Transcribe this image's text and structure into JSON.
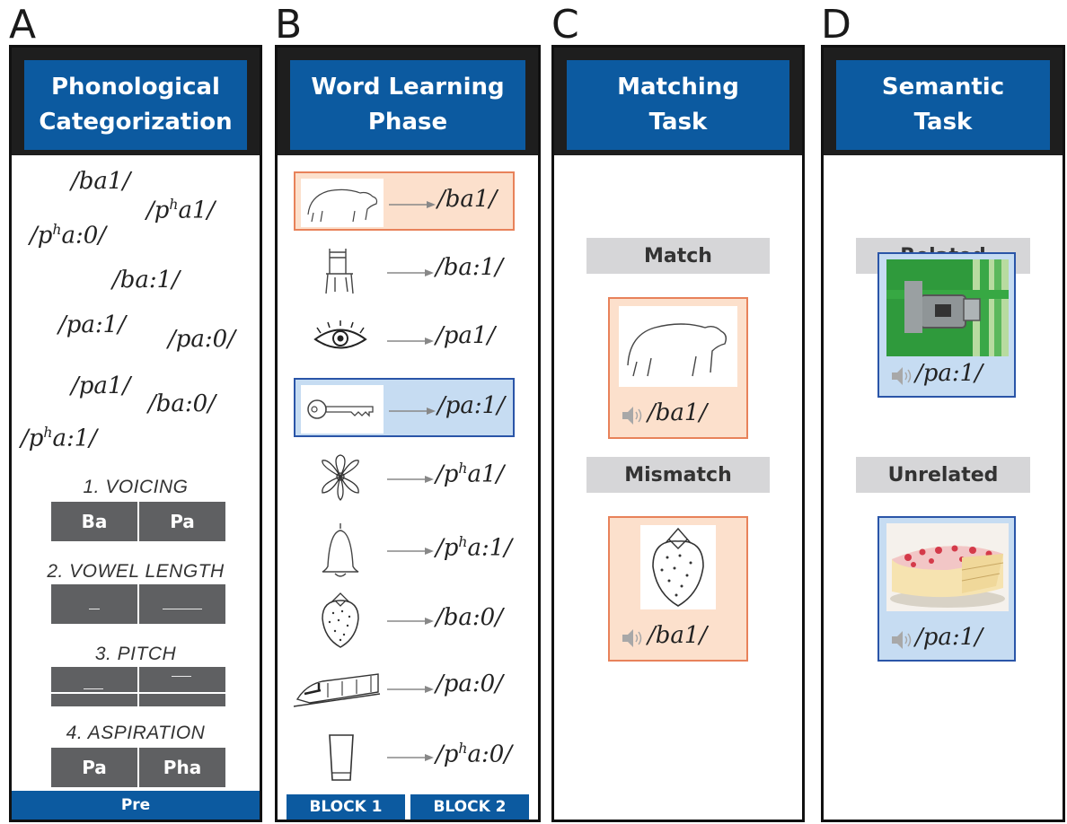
{
  "panel_labels": {
    "a": "A",
    "b": "B",
    "c": "C",
    "d": "D"
  },
  "panel_a": {
    "title_line1": "Phonological",
    "title_line2": "Categorization",
    "syllables": {
      "s1": "/ba1/",
      "s2_base": "/p",
      "s2_sup": "h",
      "s2_rest": "a1/",
      "s3_base": "/p",
      "s3_sup": "h",
      "s3_rest": "a:0/",
      "s4": "/ba:1/",
      "s5": "/pa:1/",
      "s6": "/pa:0/",
      "s7": "/pa1/",
      "s8": "/ba:0/",
      "s9_base": "/p",
      "s9_sup": "h",
      "s9_rest": "a:1/"
    },
    "cues": {
      "voicing": "1. VOICING",
      "vowel_length": "2. VOWEL LENGTH",
      "pitch": "3. PITCH",
      "aspiration": "4. ASPIRATION"
    },
    "buttons": {
      "voicing_left": "Ba",
      "voicing_right": "Pa",
      "aspiration_left": "Pa",
      "aspiration_right": "Pha"
    },
    "footer": "Pre"
  },
  "panel_b": {
    "title_line1": "Word Learning",
    "title_line2": "Phase",
    "words": {
      "bear": "/ba1/",
      "chair": "/ba:1/",
      "eye": "/pa1/",
      "key": "/pa:1/",
      "flower_base": "/p",
      "flower_sup": "h",
      "flower_rest": "a1/",
      "bell_base": "/p",
      "bell_sup": "h",
      "bell_rest": "a:1/",
      "strawberry": "/ba:0/",
      "train": "/pa:0/",
      "glass_base": "/p",
      "glass_sup": "h",
      "glass_rest": "a:0/"
    },
    "footer_block1": "BLOCK 1",
    "footer_block2": "BLOCK 2"
  },
  "panel_c": {
    "title_line1": "Matching",
    "title_line2": "Task",
    "match_label": "Match",
    "mismatch_label": "Mismatch",
    "match_word": "/ba1/",
    "mismatch_word": "/ba1/"
  },
  "panel_d": {
    "title_line1": "Semantic",
    "title_line2": "Task",
    "related_label": "Related",
    "unrelated_label": "Unrelated",
    "related_word": "/pa:1/",
    "unrelated_word": "/pa:1/"
  },
  "colors": {
    "header_blue": "#0c5aa0",
    "orange_border": "#e8825a",
    "orange_fill": "#fce0cc",
    "blue_border": "#2a55a8",
    "blue_fill": "#c6dcf2",
    "button_gray": "#5f6062"
  },
  "icons": [
    "bear-icon",
    "chair-icon",
    "eye-icon",
    "key-icon",
    "flower-icon",
    "bell-icon",
    "strawberry-icon",
    "train-icon",
    "glass-icon",
    "speaker-icon",
    "lock-icon",
    "cake-icon",
    "arrow-icon"
  ]
}
